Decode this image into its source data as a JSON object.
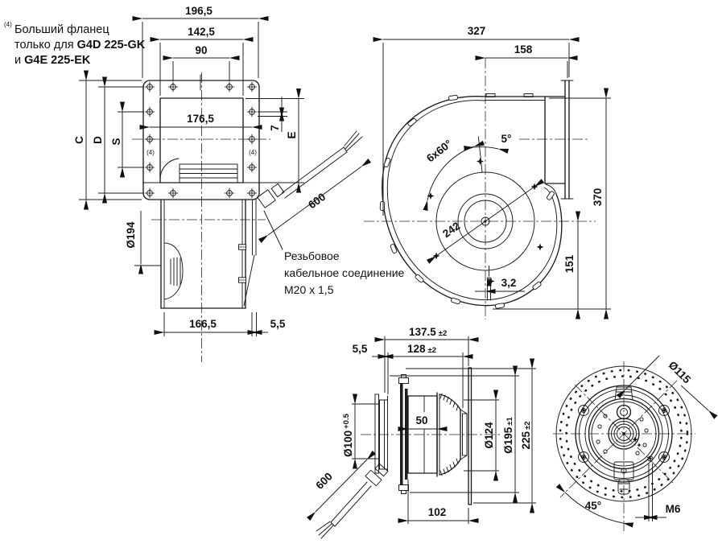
{
  "note": {
    "sup": "(4)",
    "line1": "Больший фланец",
    "line2a": "только для ",
    "line2b": "G4D 225-GK",
    "line3a": "и ",
    "line3b": "G4E 225-EK"
  },
  "cable_note": {
    "line1": "Резьбовое",
    "line2": "кабельное соединение",
    "line3": "M20 x 1,5"
  },
  "front_view": {
    "dim_outer_width": "196,5",
    "dim_flange_width": "142,5",
    "dim_hole_pair": "90",
    "dim_opening": "176,5",
    "label_c": "C",
    "label_d": "D",
    "label_s": "S",
    "dim_seven": "7",
    "label_e": "E",
    "qty_left": "(4)",
    "qty_right": "(4)",
    "dim_cable": "600",
    "dim_inlet_dia": "Ø194",
    "dim_base": "166,5",
    "dim_offset": "5,5"
  },
  "scroll_view": {
    "dim_width": "327",
    "dim_outlet": "158",
    "dim_angle": "5°",
    "dim_bolts": "6x60°",
    "dim_impeller": "242",
    "dim_height": "370",
    "dim_lower": "151",
    "dim_gap": "3,2"
  },
  "motor_view": {
    "dim_total": "137.5",
    "tol_total": "±2",
    "dim_inner": "128",
    "tol_inner": "±2",
    "dim_offset": "5,5",
    "dim_hub": "50",
    "dim_inlet": "Ø100",
    "tol_inlet": "+0.5",
    "dim_motor_dia": "Ø124",
    "dim_plate_dia": "Ø195",
    "tol_plate": "±1",
    "dim_height": "225",
    "tol_height": "±2",
    "dim_base": "102",
    "dim_cable": "600"
  },
  "rear_view": {
    "dim_bolt_circle": "Ø115",
    "dim_angle": "45°",
    "dim_thread": "M6"
  }
}
